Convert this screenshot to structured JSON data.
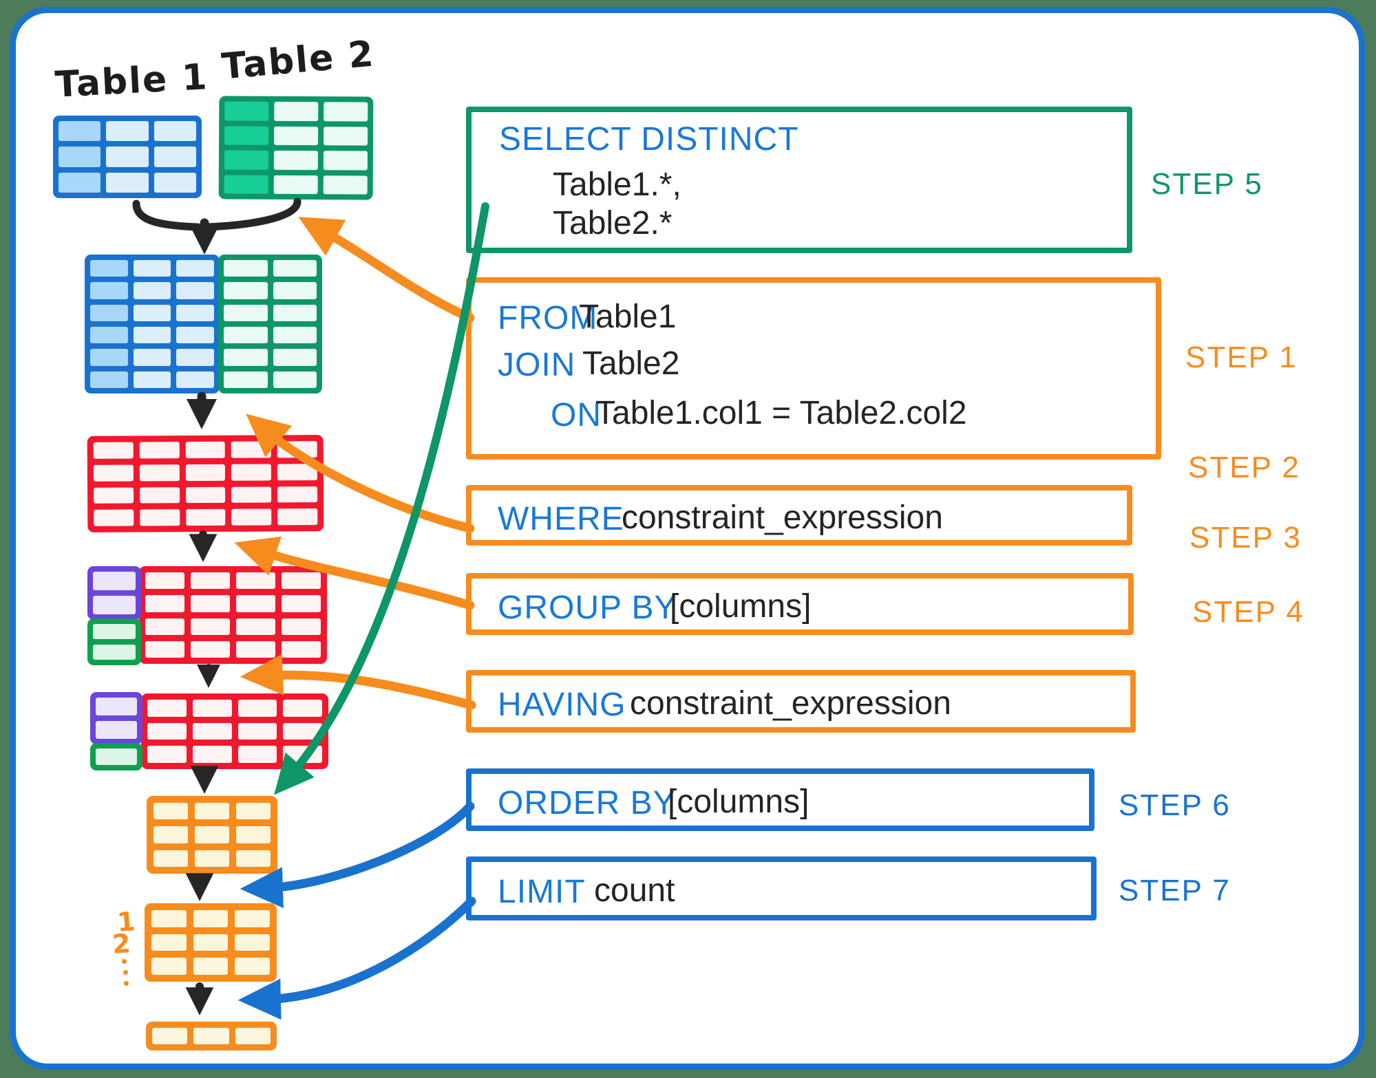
{
  "labels": {
    "table1": "Table 1",
    "table2": "Table 2",
    "rownum1": "1",
    "rownum2": "2"
  },
  "sql": {
    "select": {
      "keyword": "SELECT DISTINCT",
      "arg1": "Table1.*,",
      "arg2": "Table2.*",
      "step": "STEP 5"
    },
    "from": {
      "kw1": "FROM",
      "arg1": "Table1",
      "kw2": "JOIN",
      "arg2": "Table2",
      "kw3": "ON",
      "arg3": "Table1.col1 = Table2.col2",
      "step": "STEP 1"
    },
    "where": {
      "keyword": "WHERE",
      "arg": "constraint_expression",
      "step": "STEP 2"
    },
    "groupby": {
      "keyword": "GROUP BY",
      "arg": "[columns]",
      "step": "STEP 3"
    },
    "having": {
      "keyword": "HAVING",
      "arg": "constraint_expression",
      "step": "STEP 4"
    },
    "orderby": {
      "keyword": "ORDER BY",
      "arg": "[columns]",
      "step": "STEP 6"
    },
    "limit": {
      "keyword": "LIMIT",
      "arg": "count",
      "step": "STEP 7"
    }
  },
  "colors": {
    "frame": "#4d7c5a",
    "canvasBorder": "#1a72cf",
    "keywordBlue": "#1878d8",
    "textBlack": "#242424",
    "inkBlack": "#262626",
    "blue": "#1a72cf",
    "blueCell": "#dceefb",
    "blueFirst": "#a9d7f7",
    "green": "#0e9668",
    "greenCell": "#e8faf3",
    "greenFirst": "#17ce96",
    "green2": "#0ea04f",
    "greenCell2": "#ddf5e6",
    "red": "#f1182e",
    "redCell": "#fdf3f3",
    "purple": "#6b46d9",
    "purpleCell": "#ece6fa",
    "orange": "#f78c1e",
    "orangeCell": "#fcf6dc"
  }
}
